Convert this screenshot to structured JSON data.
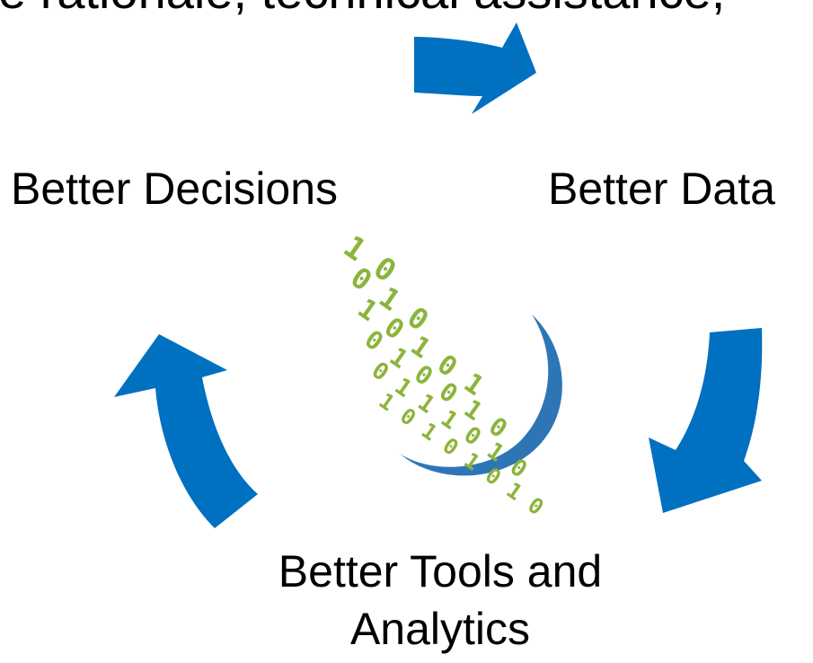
{
  "header": {
    "partial_text": "e rationale, technical assistance,"
  },
  "cycle": {
    "nodes": [
      {
        "label": "Better Decisions"
      },
      {
        "label": "Better Data"
      },
      {
        "label_line1": "Better Tools and",
        "label_line2": "Analytics"
      }
    ],
    "arrow_color": "#0070c0"
  },
  "logo": {
    "icon": "binary-data-globe-icon",
    "digit_color": "#8cb43c",
    "ring_color": "#2e75b6",
    "digits": [
      "1 0",
      "0 1 0",
      "1 0 1 0 1",
      "0 1 0 0 1 0",
      "0 1 1 1 0 1 0",
      "1 0 1 0 1 0 1 0"
    ]
  }
}
